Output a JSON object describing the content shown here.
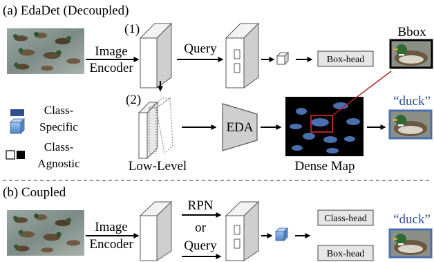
{
  "panel_a": {
    "title": "(a) EdaDet (Decoupled)",
    "step1": "(1)",
    "step2": "(2)",
    "image_encoder": [
      "Image",
      "Encoder"
    ],
    "query": "Query",
    "box_head": "Box-head",
    "bbox": "Bbox",
    "low_level": "Low-Level",
    "eda": "EDA",
    "dense_map": "Dense Map",
    "duck_label": "“duck”",
    "legend": {
      "class_specific": [
        "Class-",
        "Specific"
      ],
      "class_agnostic": [
        "Class-",
        "Agnostic"
      ]
    }
  },
  "panel_b": {
    "title": "(b) Coupled",
    "image_encoder": [
      "Image",
      "Encoder"
    ],
    "rpn": "RPN",
    "or": "or",
    "query": "Query",
    "class_head": "Class-head",
    "box_head": "Box-head",
    "duck_label": "“duck”"
  },
  "colors": {
    "blue": "#4a6fae",
    "dark_blue": "#2e4f8c",
    "red_box": "#b22222",
    "head_fill": "#e6e6e6",
    "gray_trap": "#cfcfcf"
  }
}
